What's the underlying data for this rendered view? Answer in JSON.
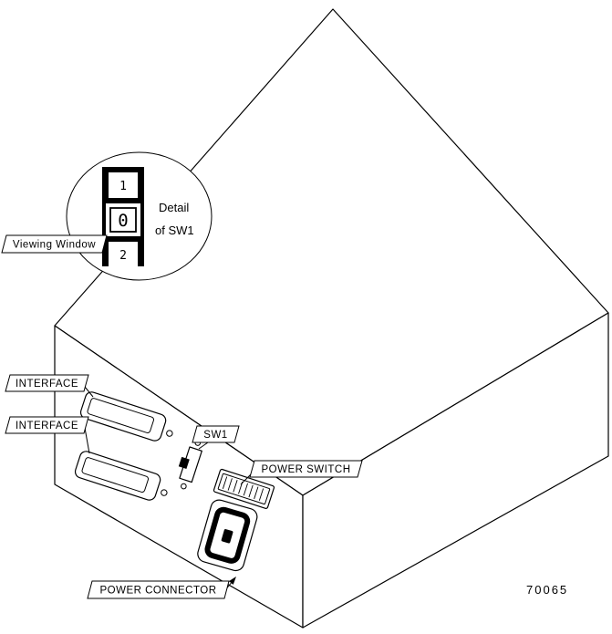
{
  "figure": {
    "id_number": "70065",
    "detail_callout": {
      "title_line1": "Detail",
      "title_line2": "of SW1",
      "switch_positions": [
        "1",
        "0",
        "2"
      ],
      "current_position": "0"
    },
    "labels": {
      "viewing_window": "Viewing Window",
      "interface_top": "INTERFACE",
      "interface_bottom": "INTERFACE",
      "sw1": "SW1",
      "power_switch": "POWER SWITCH",
      "power_connector": "POWER CONNECTOR"
    },
    "colors": {
      "line": "#000000",
      "background": "#ffffff"
    }
  }
}
